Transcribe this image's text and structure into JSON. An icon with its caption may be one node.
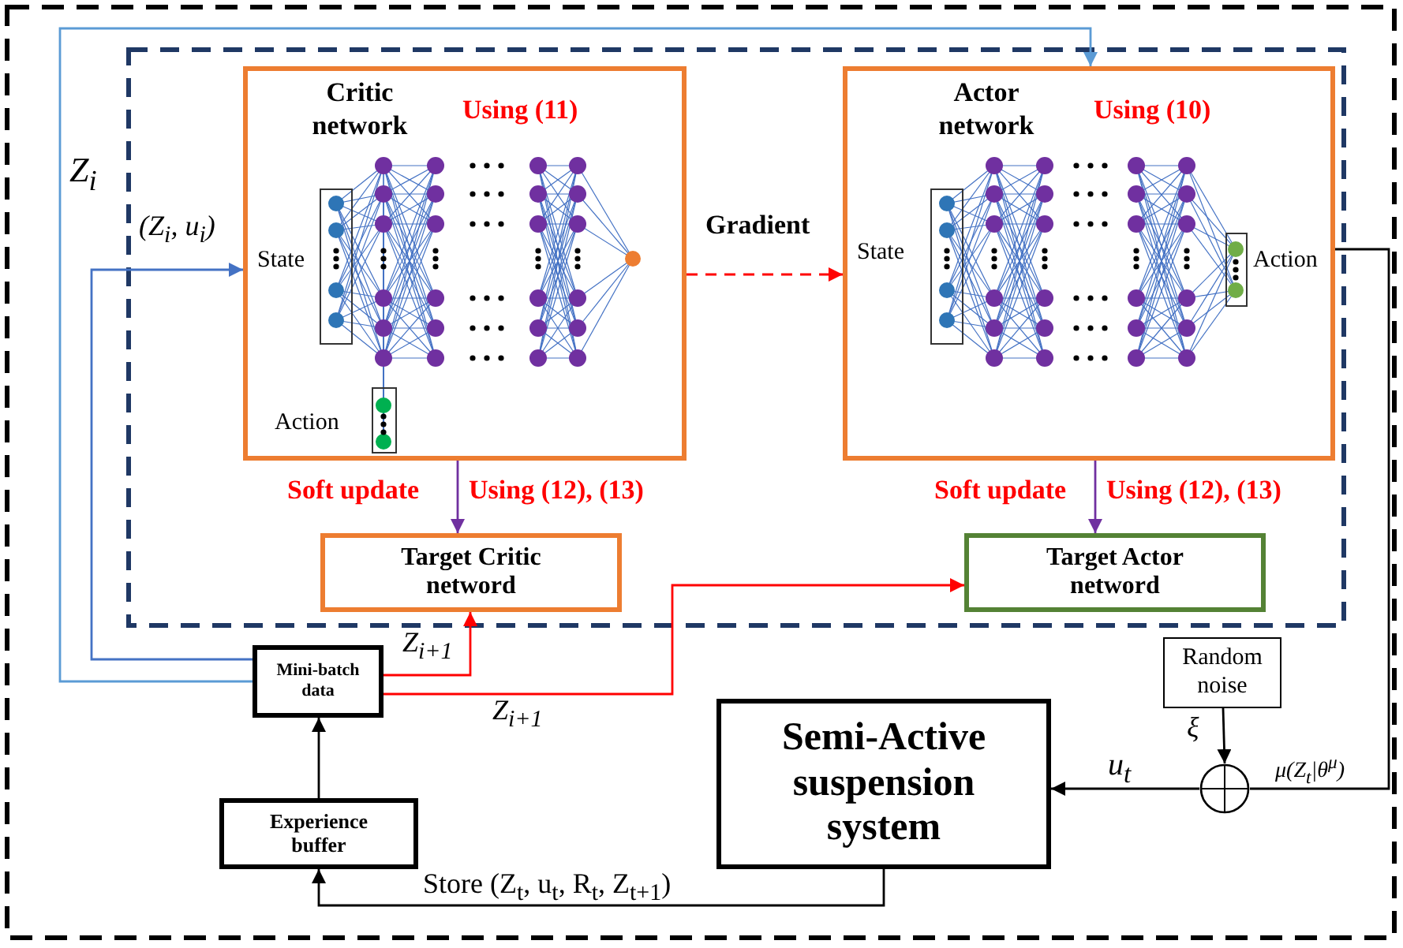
{
  "diagram": {
    "nodes": [
      {
        "text": [],
        "shape": "box"
      },
      {
        "text": [],
        "shape": "box",
        "in": 0
      },
      {
        "text": [
          "Critic network",
          "Using (11)",
          "State",
          "Action"
        ],
        "in": 1
      },
      {
        "text": [
          "Actor network",
          "Using (10)",
          "State",
          "Action"
        ],
        "in": 1
      },
      {
        "text": [
          "Target Critic netword"
        ],
        "in": 1
      },
      {
        "text": [
          "Target Actor netword"
        ],
        "in": 1
      },
      {
        "text": [
          "Mini-batch data"
        ],
        "in": 0
      },
      {
        "text": [
          "Experience buffer"
        ],
        "in": 0
      },
      {
        "text": [
          "Semi-Active suspension system"
        ],
        "in": 0
      },
      {
        "text": [
          "Random noise"
        ],
        "in": 0
      },
      {
        "text": [],
        "shape": "circle",
        "in": 0
      }
    ],
    "edges": [
      {
        "from": 6,
        "to": 3,
        "arrow": "to",
        "label": "Z$_{i}$",
        "color": "#5b9bd5"
      },
      {
        "from": 6,
        "to": 2,
        "arrow": "to",
        "label": "(Z$_{i}$, u$_{i}$)",
        "color": "#4472c4"
      },
      {
        "from": 2,
        "to": 3,
        "arrow": "to",
        "label": "Gradient",
        "style": "dashed",
        "color": "#ff0000"
      },
      {
        "from": 2,
        "to": 4,
        "arrow": "to",
        "label": "Soft update",
        "color": "#7030a0"
      },
      {
        "from": 3,
        "to": 5,
        "arrow": "to",
        "label": "Soft update",
        "color": "#7030a0"
      },
      {
        "from": 6,
        "to": 4,
        "arrow": "to",
        "label": "Z$_{i+1}$",
        "color": "#ff0000"
      },
      {
        "from": 6,
        "to": 5,
        "arrow": "to",
        "label": "Z$_{i+1}$",
        "color": "#ff0000"
      },
      {
        "from": 7,
        "to": 6,
        "arrow": "to"
      },
      {
        "from": 8,
        "to": 7,
        "arrow": "to",
        "label": "Store (Z$_{t}$, u$_{t}$, R$_{t}$, Z$_{t+1}$)"
      },
      {
        "from": 3,
        "to": 10,
        "arrow": "none",
        "label": "μ(Z$_{t}$|θ$^{μ}$)"
      },
      {
        "from": 9,
        "to": 10,
        "arrow": "to",
        "label": "ξ"
      },
      {
        "from": 10,
        "to": 8,
        "arrow": "to",
        "label": "u$_{t}$"
      }
    ],
    "labels": [
      "Using (12), (13)",
      "Using (12), (13)"
    ]
  }
}
